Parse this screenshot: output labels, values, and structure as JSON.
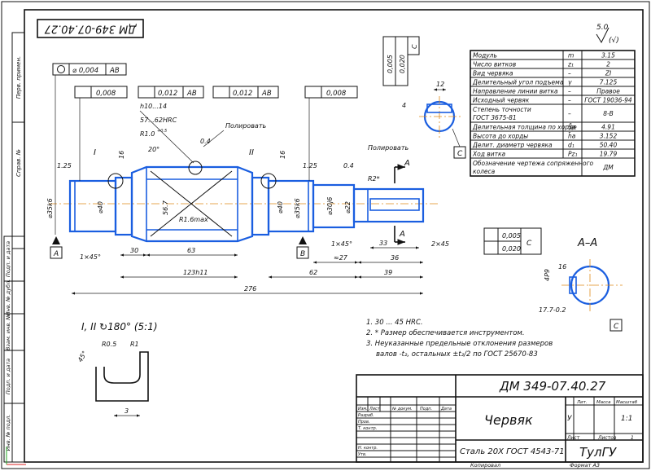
{
  "doc_number": "ДМ 349-07.40.27",
  "doc_number_rotated": "ДМ 349-07.40.27",
  "title": "Червяк",
  "material": "Сталь 20Х ГОСТ 4543-71",
  "organization": "ТулГУ",
  "copied": "Копировал",
  "format": "Формат  A3",
  "roughness": "5.0",
  "roughness_general": "(√)",
  "side_labels": [
    "Перв. примен.",
    "Справ. №",
    "Подп. и дата",
    "Инв. № дубл.",
    "Взам. инв. №",
    "Подп. и дата",
    "Инв. № подл."
  ],
  "params": [
    {
      "name": "Модуль",
      "sym": "m",
      "val": "3.15"
    },
    {
      "name": "Число витков",
      "sym": "z₁",
      "val": "2"
    },
    {
      "name": "Вид червяка",
      "sym": "–",
      "val": "ZI"
    },
    {
      "name": "Делительный угол подъема",
      "sym": "γ",
      "val": "7.125"
    },
    {
      "name": "Направление линии витка",
      "sym": "–",
      "val": "Правое"
    },
    {
      "name": "Исходный червяк",
      "sym": "–",
      "val": "ГОСТ 19036-94"
    },
    {
      "name": "Степень точности ГОСТ 3675-81",
      "sym": "–",
      "val": "8-В"
    },
    {
      "name": "Делительная толщина по хорде",
      "sym": "S̄a",
      "val": "4.91"
    },
    {
      "name": "Высота до хорды",
      "sym": "h̄a",
      "val": "3.152"
    },
    {
      "name": "Делит. диаметр червяка",
      "sym": "d₁",
      "val": "50.40"
    },
    {
      "name": "Ход витка",
      "sym": "Pz₁",
      "val": "19.79"
    },
    {
      "name": "Обозначение чертежа сопряженного колеса",
      "sym": "",
      "val": "ДМ"
    }
  ],
  "title_block": {
    "cols": [
      "Изм.",
      "Лист",
      "№ докум.",
      "Подп.",
      "Дата"
    ],
    "rows": [
      "Разраб.",
      "Пров.",
      "Т. контр.",
      "",
      "Н. контр.",
      "Утв."
    ],
    "lit": "Лит.",
    "mass": "Масса",
    "scale": "Масштаб",
    "lit_val": "У",
    "scale_val": "1:1",
    "sheet": "Лист",
    "sheets": "Листов",
    "sheets_val": "1"
  },
  "notes": [
    "1. 30 ... 45 HRC.",
    "2. * Размер обеспечивается инструментом.",
    "3. Неуказанные предельные отклонения размеров",
    "валов -t₂, остальных ±t₂/2 по ГОСТ 25670-83"
  ],
  "detail_title": "I, II ↻180° (5:1)",
  "section_title": "A–A",
  "tol": {
    "runout_main": "⌀ 0,004",
    "runout_main_base": "AB",
    "r1": "0,008",
    "r2": "0,012",
    "r2_base": "AB",
    "r3": "0,012",
    "r3_base": "AB",
    "r4": "0,008",
    "kw1": "0,005",
    "kw2": "0,020",
    "kw_base": "C",
    "sec1": "0,005",
    "sec2": "0,020",
    "sec_base": "C"
  },
  "labels": {
    "h10": "h10...14",
    "hrc": "57...62HRC",
    "r10": "R1.0",
    "r10sup": "+0.5",
    "ang20": "20°",
    "polish1": "Полировать",
    "polish2": "Полировать",
    "v04a": "0.4",
    "v04b": "0.4",
    "I": "I",
    "II": "II",
    "v16a": "16",
    "v16b": "16",
    "v125a": "1.25",
    "v125b": "1.25",
    "d35k6a": "⌀35k6",
    "d40a": "⌀40",
    "d567": "56.7",
    "r16": "R1.6max",
    "d40b": "⌀40",
    "d35k6b": "⌀35k6",
    "d30j6": "⌀30j6",
    "d22": "⌀22",
    "r2": "R2*",
    "A": "A",
    "B": "B",
    "C": "C",
    "C2": "C",
    "Aup": "A",
    "Adn": "A",
    "c1": "1×45°",
    "c2": "1×45°",
    "c3": "2×45",
    "d30": "30",
    "d63": "63",
    "d123": "123h11",
    "d276": "276",
    "d33": "33",
    "d27": "≈27",
    "d36": "36",
    "d39": "39",
    "d62": "62",
    "kw12": "12",
    "kw4": "4",
    "sec16": "16",
    "sec_t": "4P9",
    "sec_d": "17.7-0.2",
    "det45": "45°",
    "detR05": "R0.5",
    "detR1": "R1",
    "det3": "3"
  }
}
